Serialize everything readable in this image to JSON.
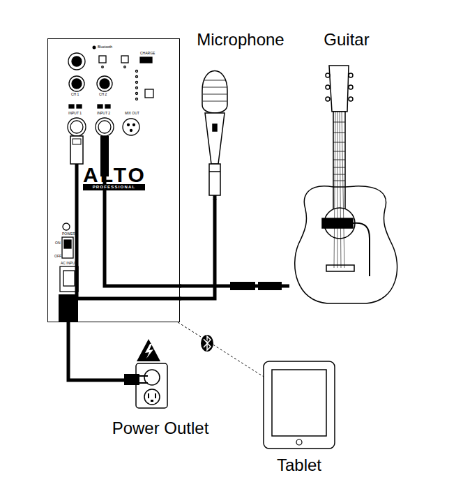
{
  "diagram": {
    "nodes": [
      {
        "text": [
          "ALTO",
          "PROFESSIONAL"
        ]
      },
      {
        "text": [
          "Microphone"
        ]
      },
      {
        "text": [
          "Guitar"
        ]
      },
      {
        "text": [
          "Power Outlet"
        ]
      },
      {
        "text": [
          "Tablet"
        ]
      }
    ],
    "edges": [
      {
        "from": 1,
        "to": 0,
        "arrow": "none"
      },
      {
        "from": 2,
        "to": 0,
        "arrow": "none"
      },
      {
        "from": 0,
        "to": 3,
        "arrow": "none"
      },
      {
        "from": 0,
        "to": 4,
        "arrow": "none"
      }
    ],
    "labels": [
      "Bluetooth",
      "CHARGE",
      "CH 1",
      "CH 2",
      "INPUT 1",
      "INPUT 2",
      "MIX OUT",
      "POWER",
      "ON",
      "OFF",
      "AC INPUT"
    ]
  }
}
